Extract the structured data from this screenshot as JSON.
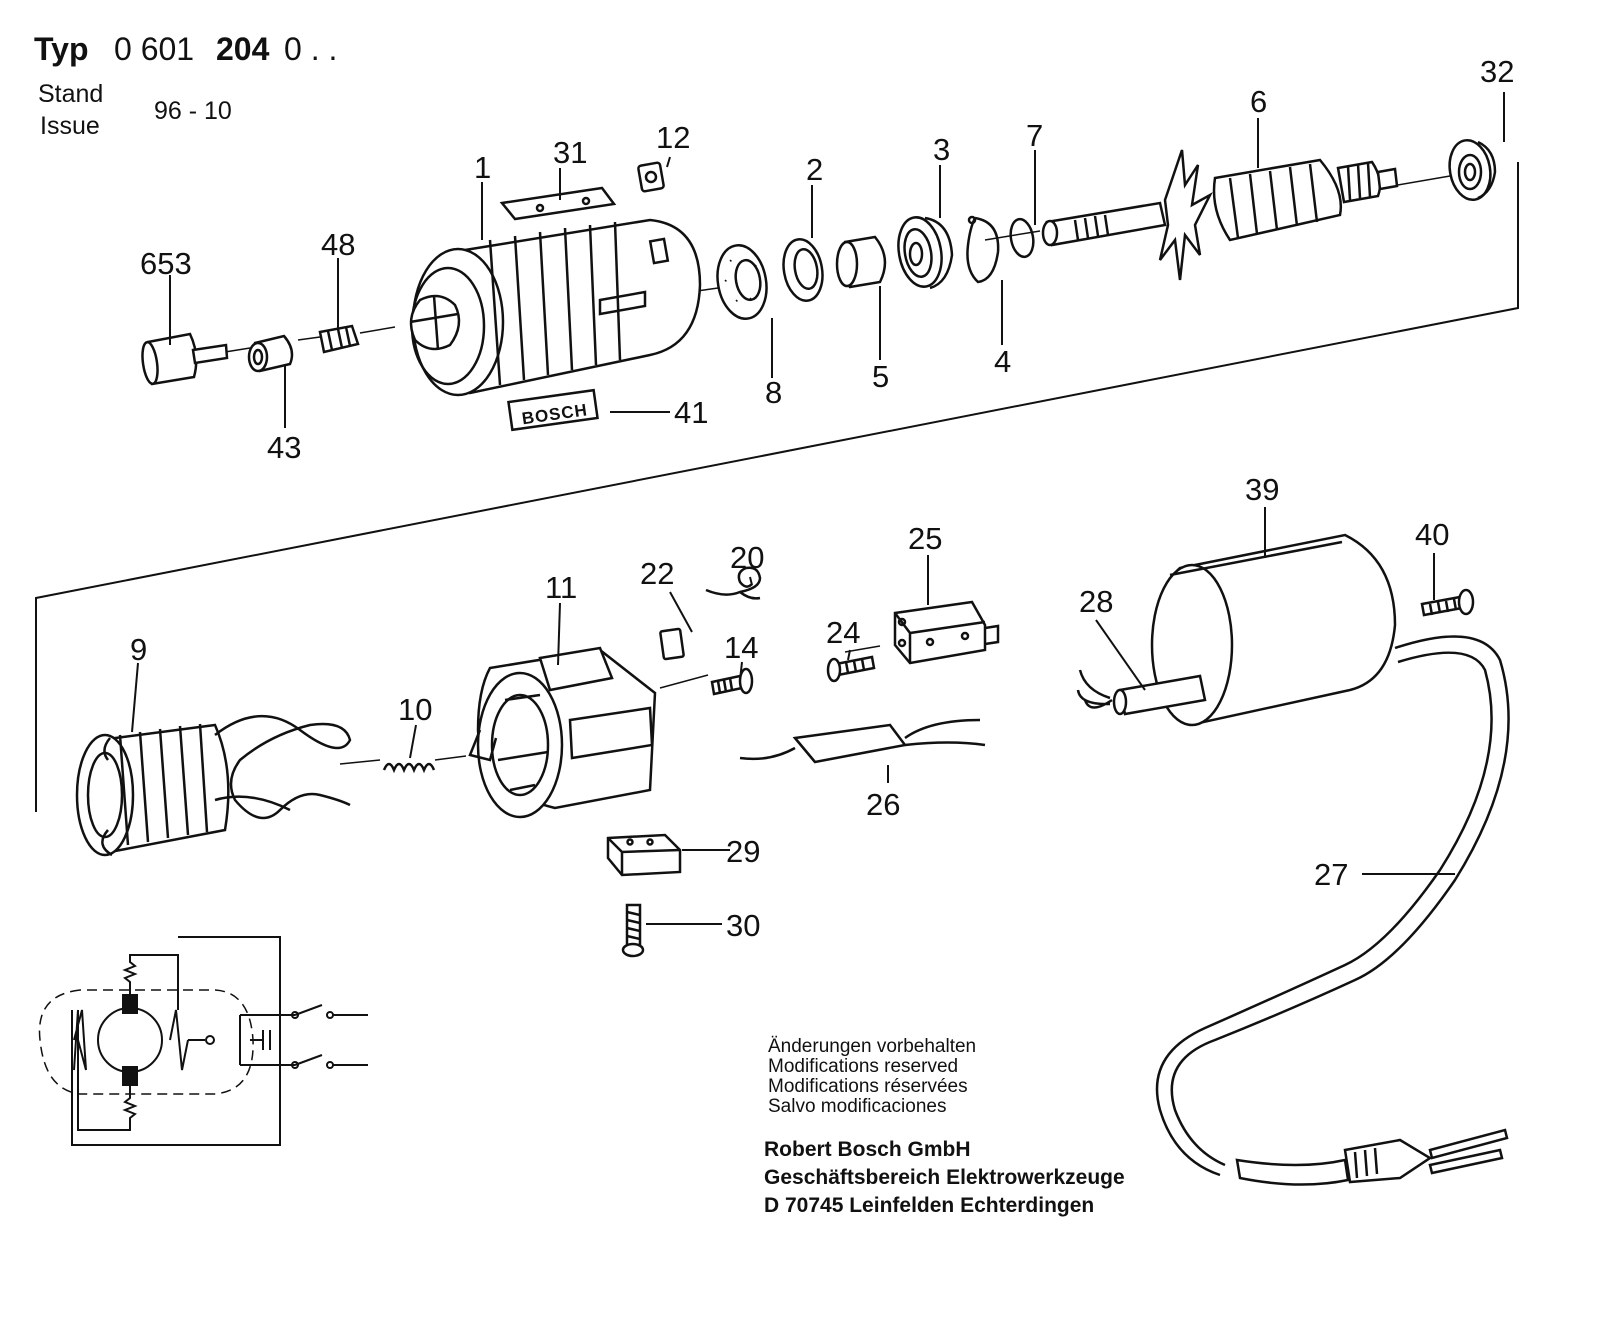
{
  "header": {
    "typ_label": "Typ",
    "code_prefix": "0 601",
    "code_bold": "204",
    "code_suffix": "0 . .",
    "stand_label": "Stand",
    "issue_label": "Issue",
    "issue_value": "96 - 10"
  },
  "brand_plate": "BOSCH",
  "part_numbers": {
    "p653": "653",
    "p43": "43",
    "p48": "48",
    "p31": "31",
    "p12": "12",
    "p1": "1",
    "p41": "41",
    "p8": "8",
    "p2": "2",
    "p5": "5",
    "p3": "3",
    "p7": "7",
    "p4": "4",
    "p6": "6",
    "p32": "32",
    "p9": "9",
    "p10": "10",
    "p11": "11",
    "p22": "22",
    "p20": "20",
    "p14": "14",
    "p24": "24",
    "p25": "25",
    "p26": "26",
    "p29": "29",
    "p30": "30",
    "p28": "28",
    "p39": "39",
    "p40": "40",
    "p27": "27"
  },
  "notes": [
    "Änderungen vorbehalten",
    "Modifications reserved",
    "Modifications réservées",
    "Salvo modificaciones"
  ],
  "address": [
    "Robert Bosch GmbH",
    "Geschäftsbereich Elektrowerkzeuge",
    "D 70745 Leinfelden Echterdingen"
  ]
}
